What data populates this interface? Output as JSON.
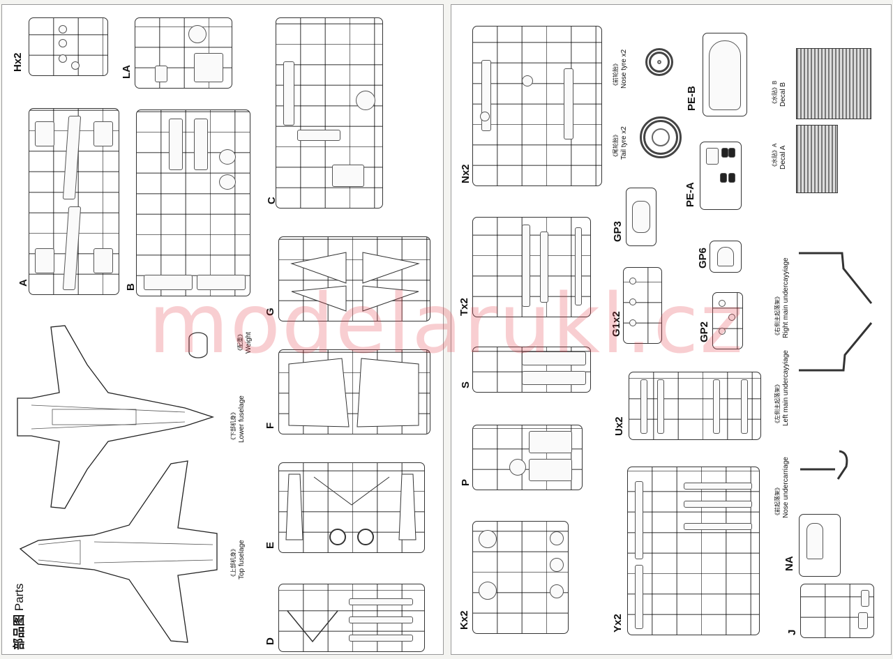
{
  "watermark": "modelarukl.cz",
  "parts_title": {
    "cn": "部品图",
    "en": "Parts"
  },
  "sprues_left": {
    "Hx2": "Hx2",
    "LA": "LA",
    "A": "A",
    "B": "B",
    "C": "C",
    "G": "G",
    "F": "F",
    "E": "E",
    "D": "D"
  },
  "sprues_right": {
    "Nx2": "Nx2",
    "Tx2": "Tx2",
    "S": "S",
    "P": "P",
    "Kx2": "Kx2",
    "Yx2": "Yx2",
    "Ux2": "Ux2",
    "G1x2": "G1x2",
    "GP3": "GP3",
    "GP6": "GP6",
    "GP2": "GP2",
    "PE_A": "PE-A",
    "PE_B": "PE-B",
    "NA": "NA",
    "J": "J"
  },
  "captions": {
    "weight": {
      "cn": "《配重》",
      "en": "Weight"
    },
    "lower_fuselage": {
      "cn": "《下部机身》",
      "en": "Lower fuselage"
    },
    "top_fuselage": {
      "cn": "《上部机身》",
      "en": "Top fuselage"
    },
    "nose_tyre": {
      "cn": "《前轮胎》",
      "en": "Nose tyre",
      "count": "x2"
    },
    "tail_tyre": {
      "cn": "《尾轮胎》",
      "en": "Tail tyre",
      "count": "x2"
    },
    "decal_a": {
      "cn": "《水贴》A",
      "en": "Decal A"
    },
    "decal_b": {
      "cn": "《水贴》B",
      "en": "Decal B"
    },
    "right_main": {
      "cn": "《右侧主起落架》",
      "en": "Right main undercayyiage"
    },
    "left_main": {
      "cn": "《左侧主起落架》",
      "en": "Left main undercayyiage"
    },
    "nose_uc": {
      "cn": "《前起落架》",
      "en": "Nose undercarriage"
    }
  },
  "colors": {
    "line": "#333333",
    "watermark": "#e23c46",
    "paper": "#ffffff"
  }
}
